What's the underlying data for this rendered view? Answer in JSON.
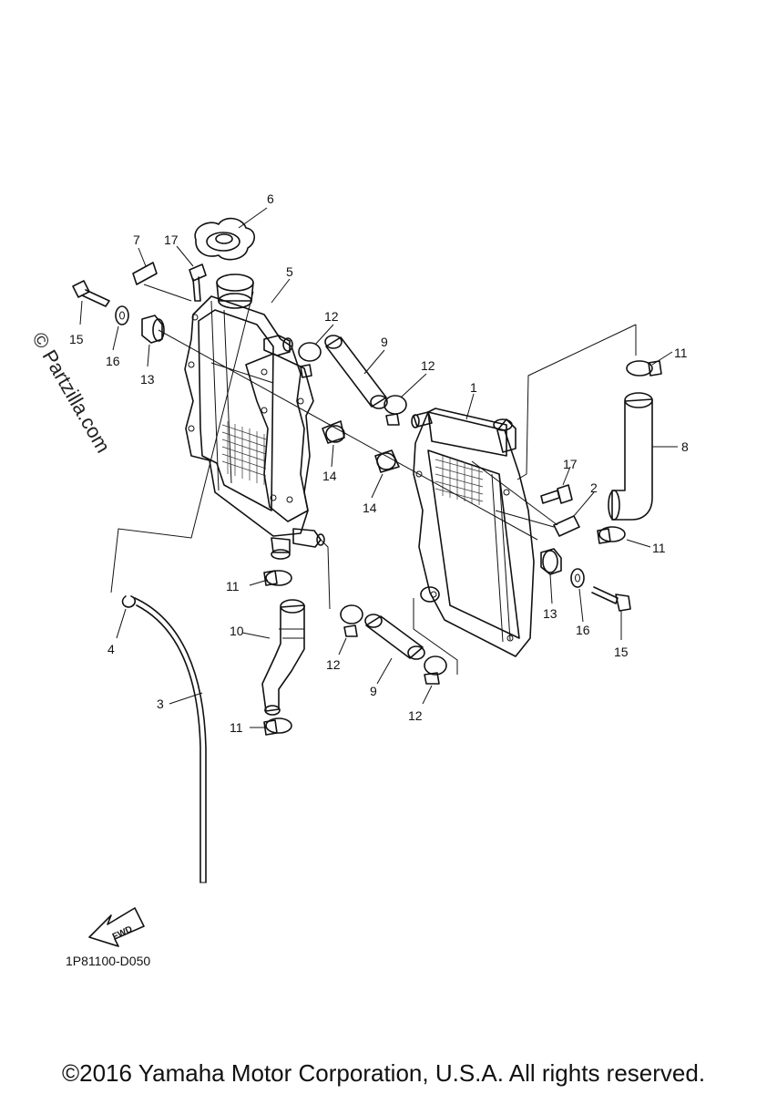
{
  "watermark": "© Partzilla.com",
  "drawing_code": "1P81100-D050",
  "copyright": "©2016 Yamaha Motor Corporation, U.S.A. All rights reserved.",
  "fwd_label": "FWD",
  "callouts": {
    "c1": "1",
    "c2": "2",
    "c3": "3",
    "c4": "4",
    "c5": "5",
    "c6": "6",
    "c7": "7",
    "c8": "8",
    "c9a": "9",
    "c9b": "9",
    "c10": "10",
    "c11a": "11",
    "c11b": "11",
    "c11c": "11",
    "c11d": "11",
    "c12a": "12",
    "c12b": "12",
    "c12c": "12",
    "c12d": "12",
    "c13a": "13",
    "c13b": "13",
    "c14a": "14",
    "c14b": "14",
    "c15a": "15",
    "c15b": "15",
    "c16a": "16",
    "c16b": "16",
    "c17a": "17",
    "c17b": "17"
  }
}
